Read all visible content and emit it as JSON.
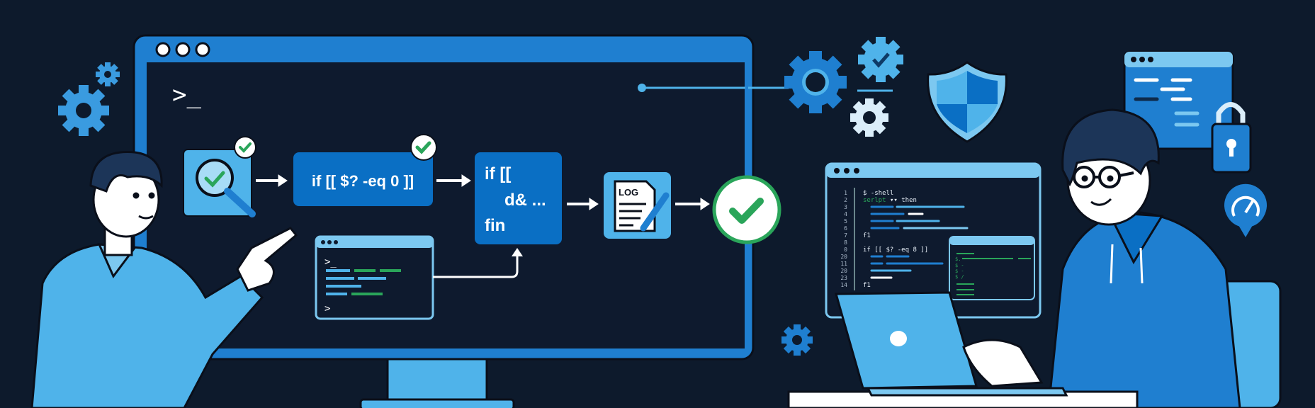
{
  "colors": {
    "background": "#0d1a2c",
    "primary_blue": "#0a6fc4",
    "light_blue": "#4fb3ea",
    "success_green": "#2aa55a",
    "dark_navy": "#0e1b30"
  },
  "monitor": {
    "prompt": ">_",
    "flow": {
      "step1_icon": "magnifier-check-icon",
      "step2_label": "if [[ $? -eq 0 ]]",
      "step3_lines": [
        "if [[",
        "d& ...",
        "fin"
      ],
      "step4_label": "LOG",
      "step5_icon": "check-circle-icon"
    },
    "mini_terminal": {
      "prompt": ">_",
      "caret": ">"
    }
  },
  "editor": {
    "line_numbers": [
      "1",
      "2",
      "3",
      "4",
      "5",
      "6",
      "7",
      "8",
      "0",
      "20",
      "11",
      "20",
      "23",
      "14"
    ],
    "code": {
      "line1": "$ -shell",
      "line2_keyword": "serlpt",
      "line2_rest": "▾▾ then",
      "line7": "f1",
      "line9": "if [[ $? -eq 8 ]]",
      "line14": "f1"
    },
    "overlay_terminal": {
      "lines": [
        "$.",
        "$ -",
        "$ -",
        "$ /"
      ]
    }
  },
  "icons": [
    "gear-icon",
    "gear-check-icon",
    "shield-icon",
    "lock-icon",
    "speedometer-icon",
    "log-document-icon",
    "pen-icon"
  ]
}
